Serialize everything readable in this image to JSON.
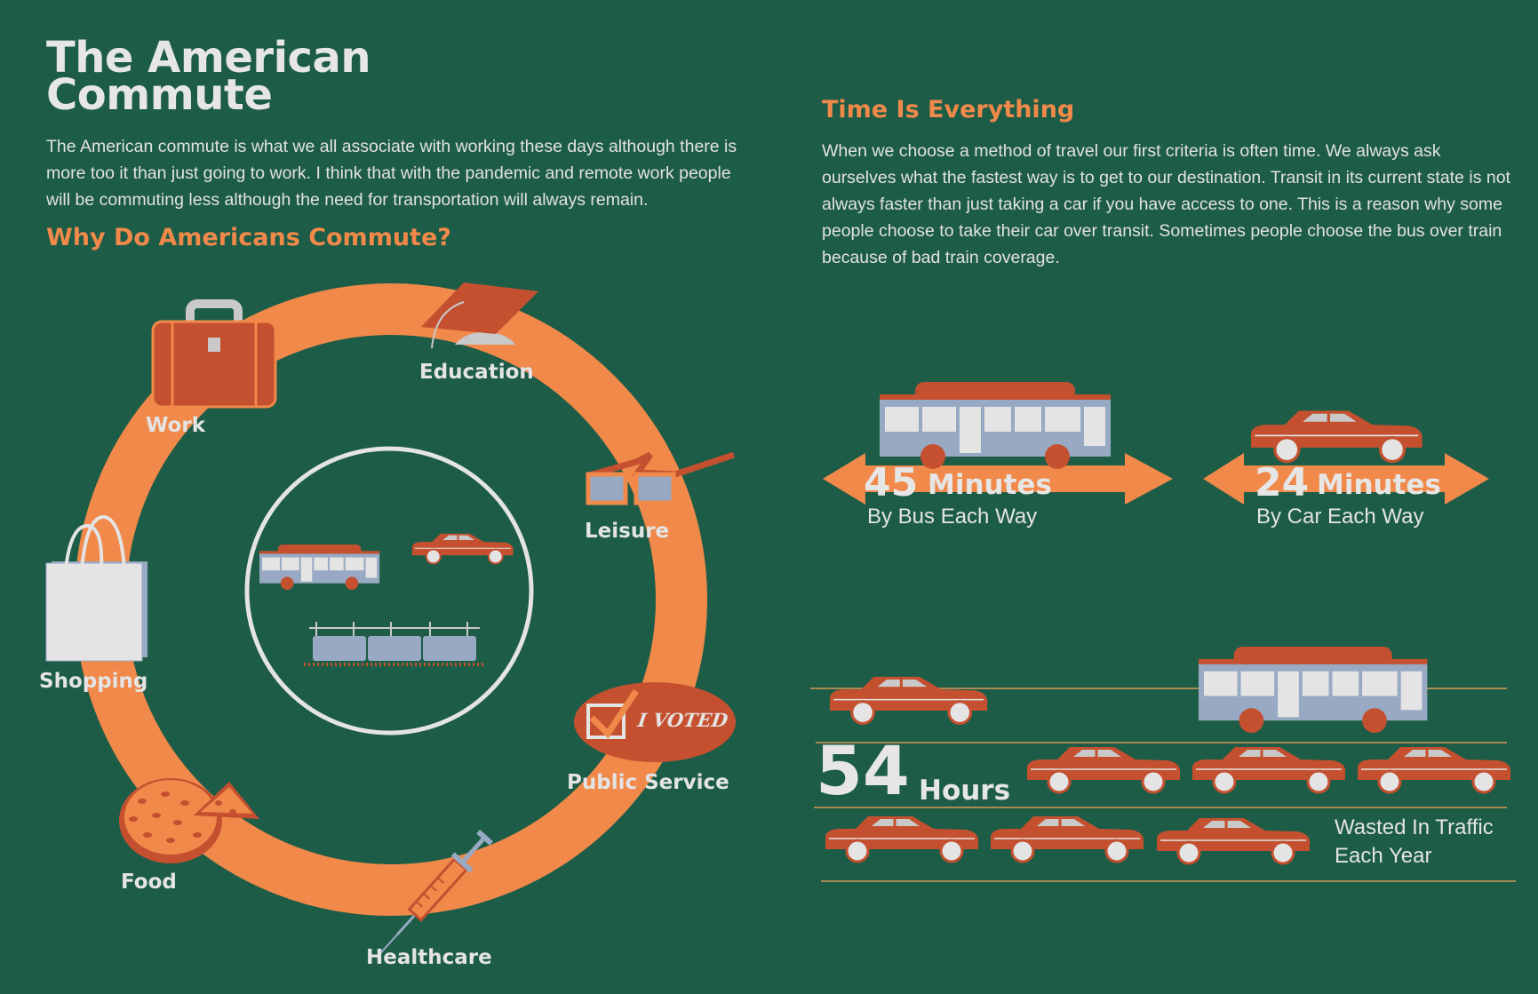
{
  "header": {
    "title": "The American Commute",
    "intro": "The American commute is what we all associate with working these days although there is more too it than just going to work. I think that with the pandemic and remote work people will be commuting less although the need for transportation will always remain.",
    "why_heading": "Why Do Americans Commute?"
  },
  "ring": {
    "labels": {
      "work": "Work",
      "education": "Education",
      "leisure": "Leisure",
      "public_service": "Public Service",
      "healthcare": "Healthcare",
      "food": "Food",
      "shopping": "Shopping"
    },
    "voted_badge": "I VOTED"
  },
  "time_section": {
    "heading": "Time Is Everything",
    "body": "When we choose a method of travel our first criteria is often time. We always ask ourselves what the fastest way is to get to our destination. Transit in its current state is not always faster than just taking a car if you have access to one. This is a reason why some people choose to take their car over transit. Sometimes people choose the bus over train because of bad train coverage."
  },
  "stats": {
    "bus_number": "45",
    "bus_unit": "Minutes",
    "bus_caption": "By Bus Each Way",
    "car_number": "24",
    "car_unit": "Minutes",
    "car_caption": "By Car Each Way",
    "traffic_number": "54",
    "traffic_unit": "Hours",
    "traffic_caption_line1": "Wasted In Traffic",
    "traffic_caption_line2": "Each Year"
  },
  "colors": {
    "background": "#1d5c46",
    "accent_orange": "#f0894a",
    "vehicle_red": "#c4502f",
    "vehicle_blue": "#98a9c3",
    "light_gray": "#e4e4e4"
  }
}
